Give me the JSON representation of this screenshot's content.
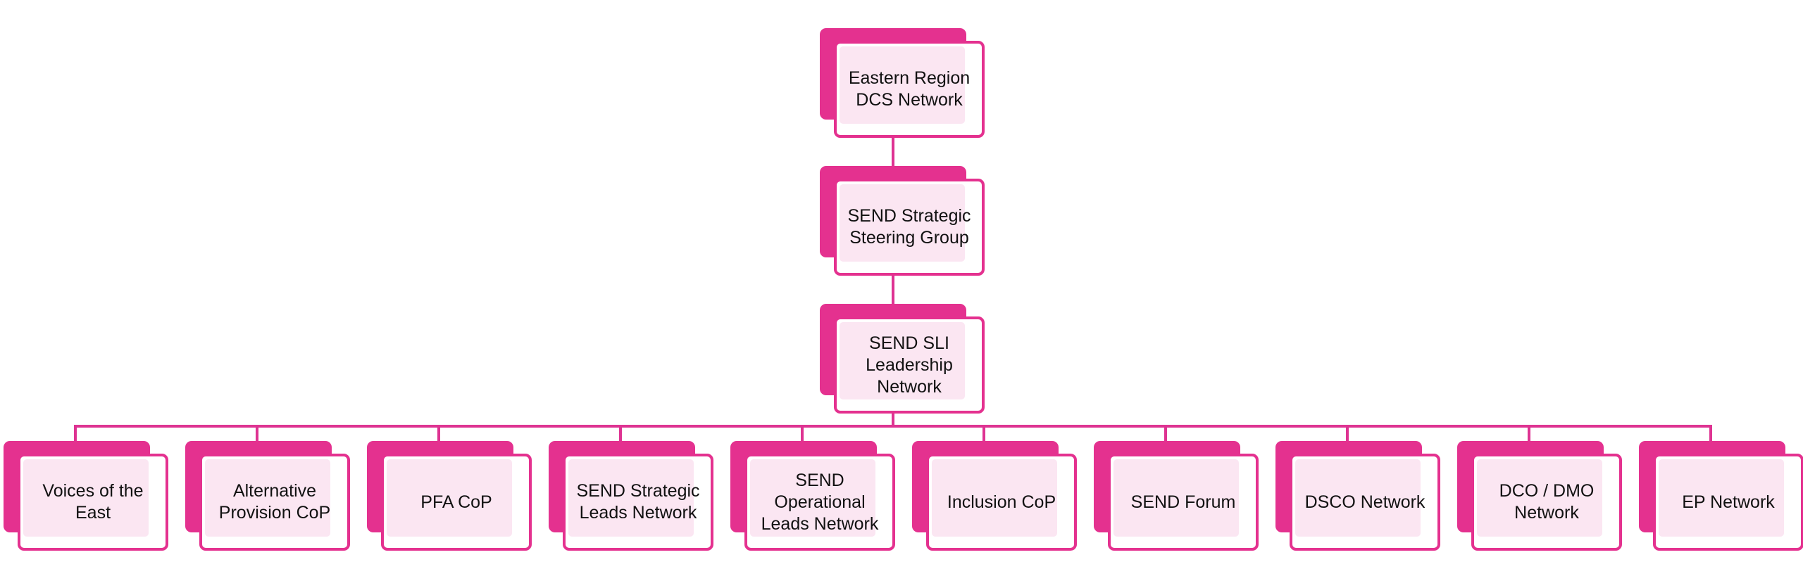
{
  "colors": {
    "accent": "#e4318f",
    "connector": "#de3392",
    "tint": "#fbe6f2",
    "text": "#111111"
  },
  "nodes": {
    "top": {
      "label": "Eastern Region\nDCS Network"
    },
    "steering": {
      "label": "SEND Strategic\nSteering Group"
    },
    "leadership": {
      "label": "SEND SLI\nLeadership\nNetwork"
    },
    "children": [
      {
        "label": "Voices of the\nEast"
      },
      {
        "label": "Alternative\nProvision CoP"
      },
      {
        "label": "PFA CoP"
      },
      {
        "label": "SEND Strategic\nLeads Network"
      },
      {
        "label": "SEND\nOperational\nLeads Network"
      },
      {
        "label": "Inclusion CoP"
      },
      {
        "label": "SEND Forum"
      },
      {
        "label": "DSCO Network"
      },
      {
        "label": "DCO / DMO\nNetwork"
      },
      {
        "label": "EP Network"
      }
    ]
  }
}
